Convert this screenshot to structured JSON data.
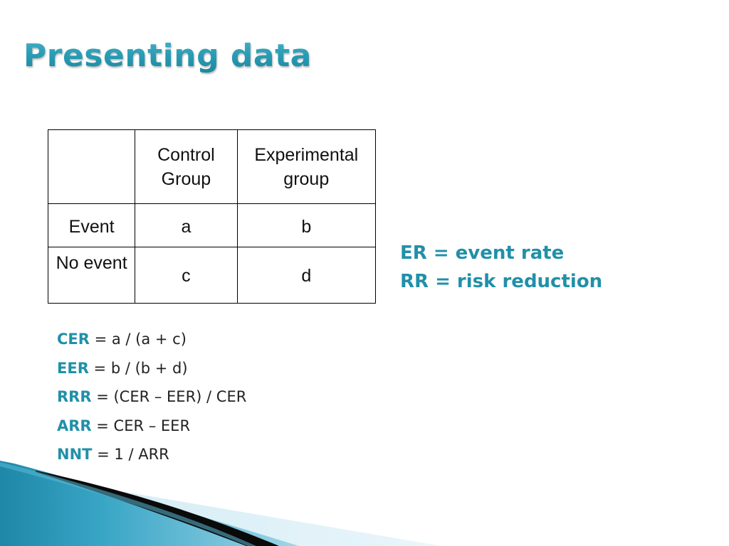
{
  "slide": {
    "title": "Presenting data"
  },
  "table": {
    "header": [
      "",
      "Control Group",
      "Experimental group"
    ],
    "rows": [
      {
        "label": "Event",
        "control": "a",
        "experimental": "b"
      },
      {
        "label": "No event",
        "control": "c",
        "experimental": "d"
      }
    ]
  },
  "definitions": [
    "ER = event rate",
    "RR = risk reduction"
  ],
  "formulas": [
    {
      "term": "CER",
      "expression": " = a / (a + c)"
    },
    {
      "term": "EER",
      "expression": " = b / (b + d)"
    },
    {
      "term": "RRR",
      "expression": " = (CER – EER) / CER"
    },
    {
      "term": "ARR",
      "expression": " = CER – EER"
    },
    {
      "term": "NNT",
      "expression": " = 1 / ARR"
    }
  ],
  "colors": {
    "accent": "#2190a8",
    "title_gradient_top": "#53bccf",
    "title_gradient_bottom": "#137f97"
  }
}
